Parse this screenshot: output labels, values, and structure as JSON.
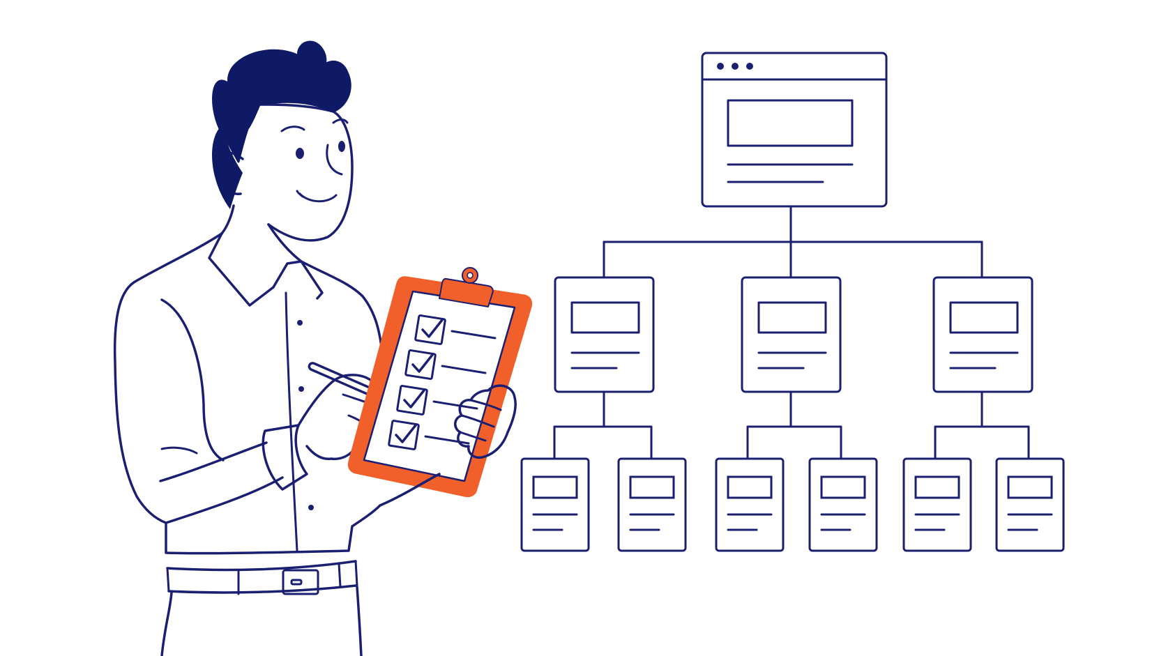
{
  "colors": {
    "background": "#ffffff",
    "ink": "#1b1f72",
    "hair": "#0f1a66",
    "accent": "#f1602a",
    "paper": "#ffffff"
  },
  "illustration": {
    "figure": "person-holding-checklist",
    "checklist_items_checked": 4,
    "diagram": "sitemap-hierarchy",
    "levels": 3,
    "second_level_pages": 3,
    "leaf_pages_per_branch": 2
  }
}
